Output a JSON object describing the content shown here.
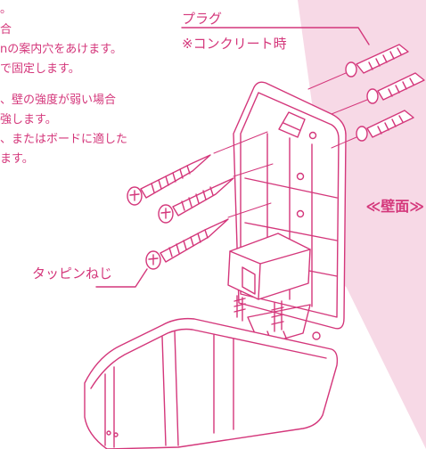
{
  "notes": {
    "line1": "。",
    "line2": "合",
    "line3": "nの案内穴をあけます。",
    "line4": "で固定します。",
    "line5": "、壁の強度が弱い場合",
    "line6": "強します。",
    "line7": "、またはボードに適した",
    "line8": "ます。"
  },
  "labels": {
    "plug": "プラグ",
    "plug_note": "※コンクリート時",
    "screw": "タッピンねじ",
    "wall": "≪壁面≫"
  },
  "colors": {
    "accent": "#d4377b",
    "wall": "#f7d9e6"
  }
}
